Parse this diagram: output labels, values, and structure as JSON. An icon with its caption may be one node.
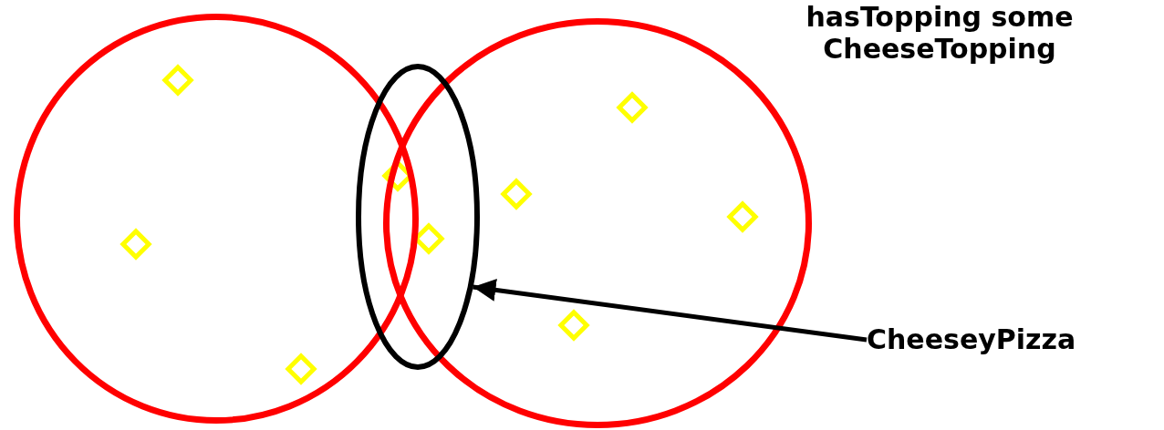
{
  "diagram": {
    "nodes": [
      {
        "text": [],
        "shape": "ellipse"
      },
      {
        "text": [
          "hasTopping some CheeseTopping"
        ]
      },
      {
        "text": [],
        "shape": "ellipse"
      },
      {
        "text": [
          "CheeseyPizza"
        ]
      }
    ],
    "edges": [
      {
        "from": 3,
        "to": 2,
        "arrow": "to"
      }
    ]
  }
}
